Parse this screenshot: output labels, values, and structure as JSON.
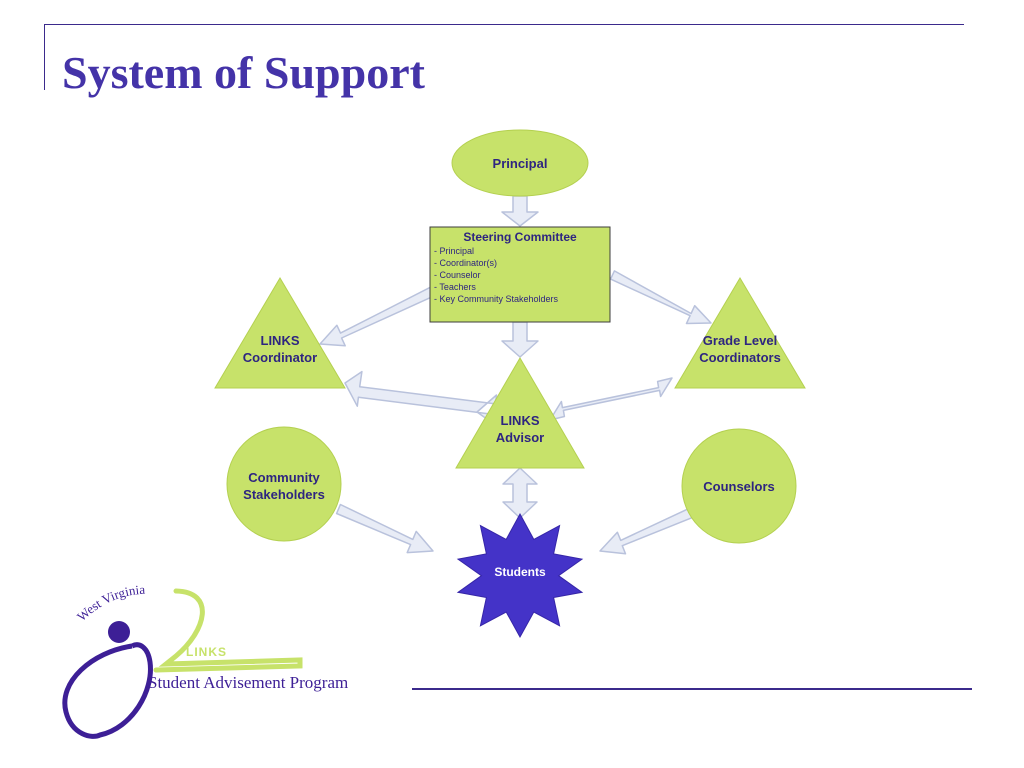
{
  "title": "System of Support",
  "colors": {
    "title": "#4433a8",
    "node_fill": "#c7e26a",
    "node_text": "#2e2580",
    "students_fill": "#4433c8",
    "arrow_fill": "#e8ecf6",
    "arrow_stroke": "#b9c2dc",
    "rule": "#3b2a8c"
  },
  "diagram": {
    "principal": "Principal",
    "steering_committee": {
      "title": "Steering Committee",
      "items": [
        "- Principal",
        "- Coordinator(s)",
        "- Counselor",
        "- Teachers",
        "- Key Community Stakeholders"
      ]
    },
    "links_coordinator": [
      "LINKS",
      "Coordinator"
    ],
    "grade_level_coordinators": [
      "Grade Level",
      "Coordinators"
    ],
    "links_advisor": [
      "LINKS",
      "Advisor"
    ],
    "community_stakeholders": [
      "Community",
      "Stakeholders"
    ],
    "counselors": "Counselors",
    "students": "Students"
  },
  "logo": {
    "arc_text": "West Virginia",
    "wordmark": "LINKS",
    "tagline": "Student Advisement Program"
  }
}
